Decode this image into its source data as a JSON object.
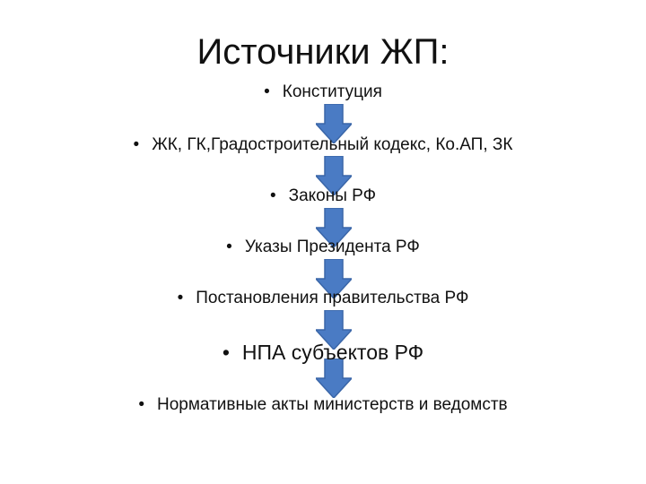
{
  "slide": {
    "title": "Источники ЖП:"
  },
  "hierarchy": {
    "bullet": "•",
    "levels": [
      {
        "label": "Конституция"
      },
      {
        "label": "ЖК, ГК,Градостроительный кодекс, Ко.АП, ЗК"
      },
      {
        "label": "Законы РФ"
      },
      {
        "label": "Указы Президента РФ"
      },
      {
        "label": "Постановления правительства РФ"
      },
      {
        "label": "НПА субъектов РФ"
      },
      {
        "label": "Нормативные акты министерств и ведомств"
      }
    ],
    "arrow_icon": "arrow-down-icon",
    "arrow_fill": "#4a7bc4",
    "arrow_stroke": "#3a66a8"
  }
}
